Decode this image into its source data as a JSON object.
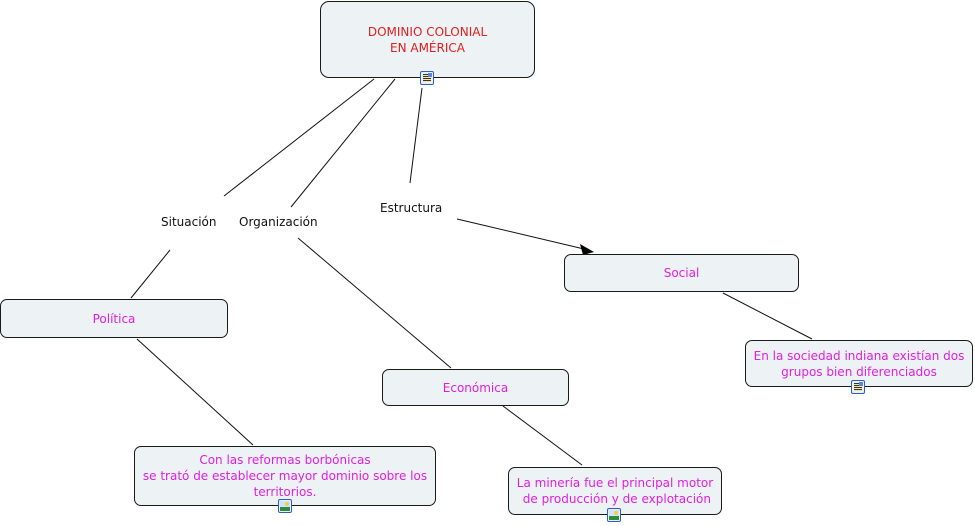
{
  "root": {
    "line1": "DOMINIO COLONIAL",
    "line2": "EN AMÉRICA"
  },
  "linking_phrases": {
    "situacion": "Situación",
    "organizacion": "Organización",
    "estructura": "Estructura"
  },
  "concepts": {
    "politica": "Política",
    "economica": "Económica",
    "social": "Social",
    "politica_detail": {
      "line1": "Con las reformas borbónicas",
      "line2": "se trató de establecer mayor dominio sobre los",
      "line3": "territorios."
    },
    "economica_detail": {
      "line1": "La minería fue el principal motor",
      "line2": " de producción y de explotación"
    },
    "social_detail": {
      "line1": "En la sociedad indiana existían dos",
      "line2": "grupos bien diferenciados"
    }
  },
  "resource_icons": {
    "root": "document-icon",
    "politica_detail": "image-icon",
    "economica_detail": "image-icon",
    "social_detail": "document-icon"
  },
  "colors": {
    "root_text": "#e02020",
    "concept_text": "#e020e0",
    "node_fill": "#edf2f4"
  }
}
